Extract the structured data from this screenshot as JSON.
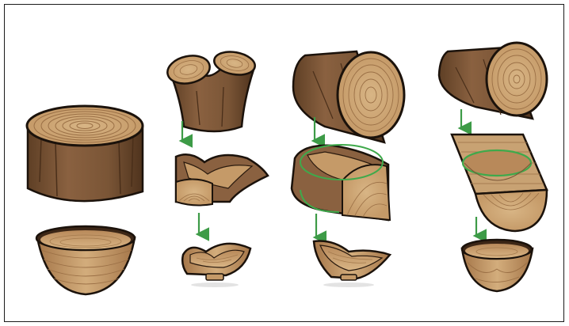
{
  "diagram": {
    "frame_color": "#1a1a1a",
    "wood": {
      "bark": "#7a5536",
      "bark_dark": "#5a3a20",
      "heart": "#c8a273",
      "ring": "#9b7046",
      "outline": "#1b120b"
    },
    "arrow_color": "#3d9b47",
    "ellipse_color": "#3fa94b",
    "columns": [
      {
        "name": "stump",
        "stages": [
          "stump",
          "bowl"
        ]
      },
      {
        "name": "crotch",
        "stages": [
          "crotch-log",
          "crotch-blank",
          "natural-edge-bowl"
        ]
      },
      {
        "name": "half-log-natural-edge",
        "stages": [
          "log",
          "half-log-blank",
          "natural-edge-bowl"
        ]
      },
      {
        "name": "half-log-side-grain",
        "stages": [
          "log",
          "half-log-blank",
          "side-grain-bowl"
        ]
      }
    ]
  }
}
